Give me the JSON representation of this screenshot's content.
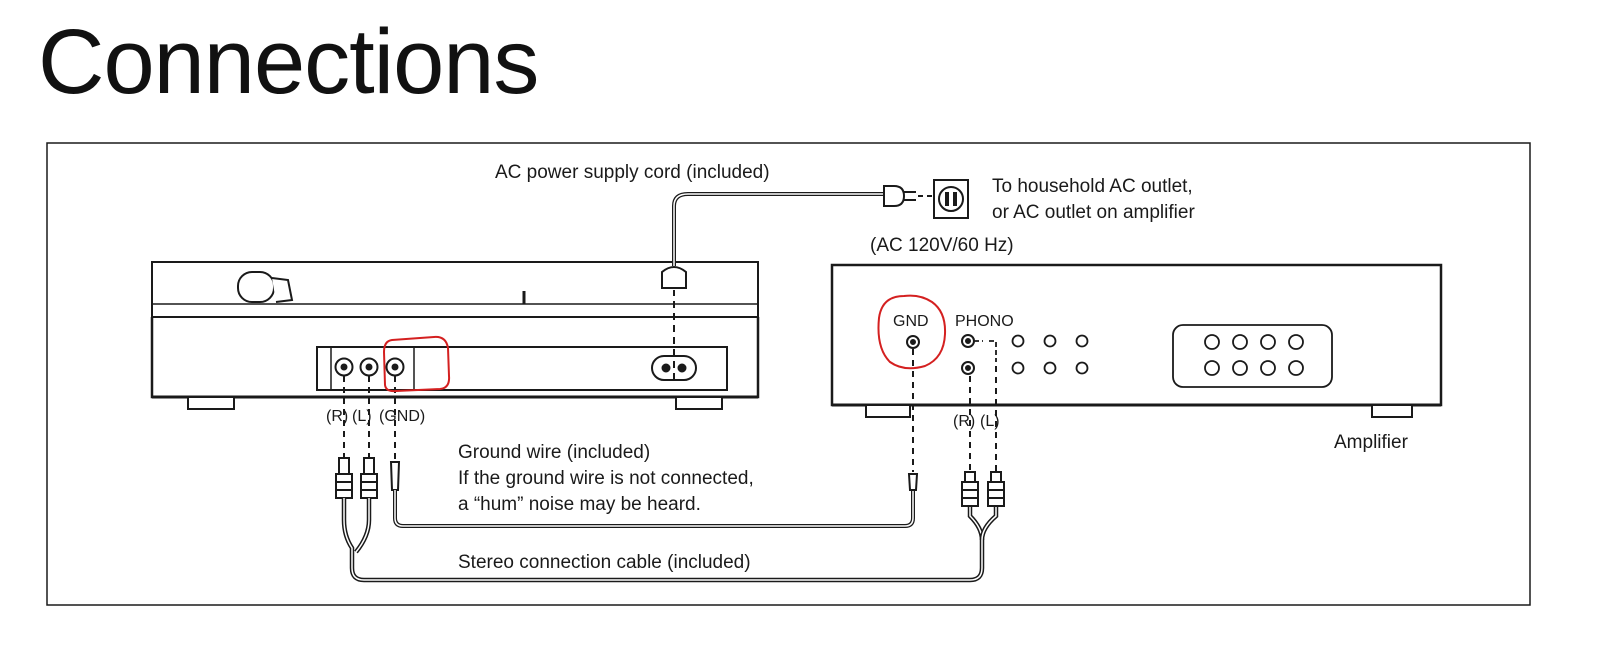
{
  "title": "Connections",
  "labels": {
    "power_cord": "AC power supply cord (included)",
    "outlet_line1": "To household AC outlet,",
    "outlet_line2": "or AC outlet on amplifier",
    "voltage": "(AC 120V/60 Hz)",
    "tt_r": "(R)",
    "tt_l": "(L)",
    "tt_gnd": "(GND)",
    "amp_gnd": "GND",
    "amp_phono": "PHONO",
    "amp_r": "(R)",
    "amp_l": "(L)",
    "amplifier": "Amplifier",
    "ground_line1": "Ground wire (included)",
    "ground_line2": "If the ground wire is not connected,",
    "ground_line3": "a “hum” noise may be heard.",
    "stereo_cable": "Stereo connection cable (included)"
  },
  "colors": {
    "ink": "#1a1a1a",
    "annotation_circle": "#d42020"
  }
}
